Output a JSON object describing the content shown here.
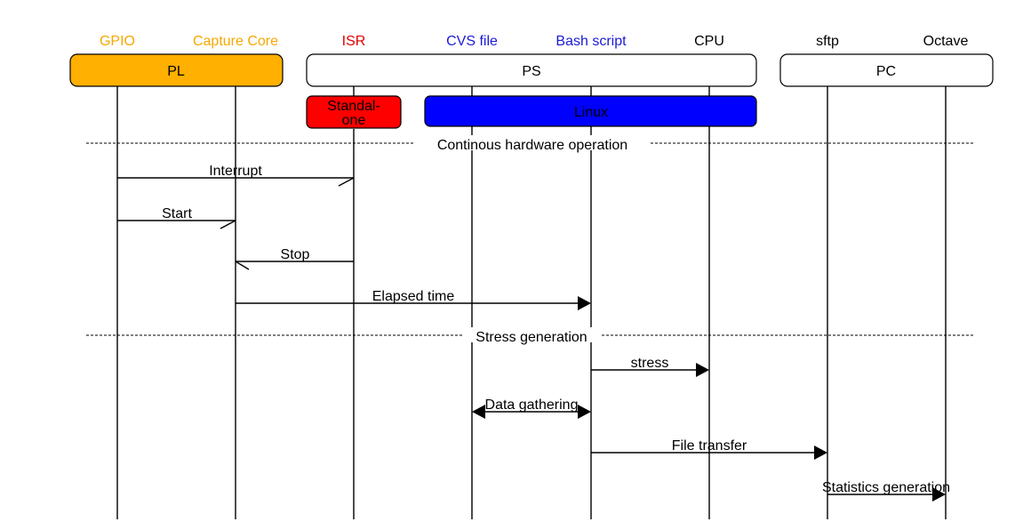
{
  "participants": [
    {
      "id": "gpio",
      "label": "GPIO",
      "color": "#F5A800"
    },
    {
      "id": "capture",
      "label": "Capture Core",
      "color": "#F5A800"
    },
    {
      "id": "isr",
      "label": "ISR",
      "color": "#E00000"
    },
    {
      "id": "cvs",
      "label": "CVS file",
      "color": "#1A1AD6"
    },
    {
      "id": "bash",
      "label": "Bash script",
      "color": "#1A1AD6"
    },
    {
      "id": "cpu",
      "label": "CPU",
      "color": "#000000"
    },
    {
      "id": "sftp",
      "label": "sftp",
      "color": "#000000"
    },
    {
      "id": "octave",
      "label": "Octave",
      "color": "#000000"
    }
  ],
  "groups": [
    {
      "label": "PL",
      "fill": "#FFB000"
    },
    {
      "label": "PS",
      "fill": "#FFFFFF"
    },
    {
      "label": "PC",
      "fill": "#FFFFFF"
    }
  ],
  "subgroups": [
    {
      "label": "Standal-\none",
      "fill": "#FF0000"
    },
    {
      "label": "Linux",
      "fill": "#0000FF"
    }
  ],
  "sections": [
    {
      "label": "Continous hardware operation"
    },
    {
      "label": "Stress generation"
    }
  ],
  "messages": [
    {
      "label": "Interrupt",
      "from": "gpio",
      "to": "isr",
      "style": "half-open"
    },
    {
      "label": "Start",
      "from": "gpio",
      "to": "capture",
      "style": "half-open"
    },
    {
      "label": "Stop",
      "from": "isr",
      "to": "capture",
      "style": "half-open"
    },
    {
      "label": "Elapsed time",
      "from": "capture",
      "to": "bash",
      "style": "filled"
    },
    {
      "label": "stress",
      "from": "bash",
      "to": "cpu",
      "style": "filled"
    },
    {
      "label": "Data gathering",
      "from": "bash",
      "to": "cvs",
      "style": "filled-both"
    },
    {
      "label": "File transfer",
      "from": "bash",
      "to": "sftp",
      "style": "filled"
    },
    {
      "label": "Statistics generation",
      "from": "sftp",
      "to": "octave",
      "style": "filled"
    }
  ]
}
